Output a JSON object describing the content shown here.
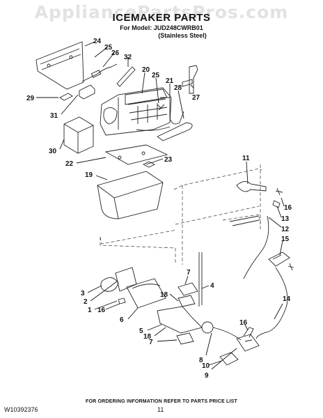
{
  "watermark": "AppliancePartsPros.com",
  "header": {
    "title": "ICEMAKER PARTS",
    "model_line": "For Model: JUD248CWRB01",
    "finish": "(Stainless Steel)"
  },
  "callouts": [
    "24",
    "25",
    "26",
    "32",
    "20",
    "25",
    "21",
    "28",
    "27",
    "29",
    "31",
    "30",
    "22",
    "23",
    "19",
    "11",
    "16",
    "13",
    "12",
    "15",
    "3",
    "2",
    "1",
    "16",
    "7",
    "4",
    "18",
    "6",
    "5",
    "18",
    "7",
    "9",
    "8",
    "10",
    "16",
    "14"
  ],
  "footer": {
    "order_info": "FOR ORDERING INFORMATION REFER TO PARTS PRICE LIST",
    "doc_number": "W10392376",
    "page_number": "11"
  }
}
